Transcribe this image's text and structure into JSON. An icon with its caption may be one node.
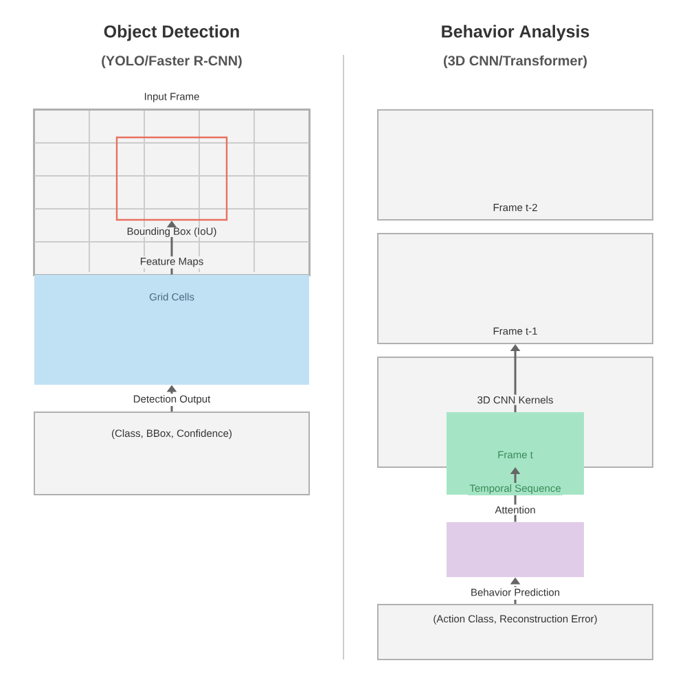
{
  "diagram": {
    "nodes": [
      {
        "text": [
          "Input Frame"
        ]
      },
      {
        "text": [
          "Bounding Box (IoU)"
        ],
        "in": 0
      },
      {
        "text": [
          "Grid Cells"
        ]
      },
      {
        "text": [
          "Detection Output",
          "(Class, BBox, Confidence)"
        ]
      },
      {
        "text": [
          "Frame t-2"
        ]
      },
      {
        "text": [
          "Frame t-1"
        ]
      },
      {
        "text": [],
        "shape": "box"
      },
      {
        "text": [
          "Temporal Sequence"
        ]
      },
      {
        "text": [
          "Attention"
        ]
      },
      {
        "text": [
          "Behavior Prediction",
          "(Action Class, Reconstruction Error)"
        ]
      }
    ],
    "edges": [
      {
        "from": 2,
        "to": 1,
        "arrow": "to"
      },
      {
        "from": 3,
        "to": 2,
        "arrow": "to"
      },
      {
        "from": 6,
        "to": 5,
        "arrow": "to"
      },
      {
        "from": 8,
        "to": 7,
        "arrow": "to"
      },
      {
        "from": 9,
        "to": 8,
        "arrow": "to",
        "style": "dashed"
      }
    ],
    "labels": [
      "Object Detection",
      "Behavior Analysis",
      "(YOLO/Faster R-CNN)",
      "(3D CNN/Transformer)",
      "Feature Maps",
      "3D CNN Kernels",
      "Frame t"
    ]
  }
}
